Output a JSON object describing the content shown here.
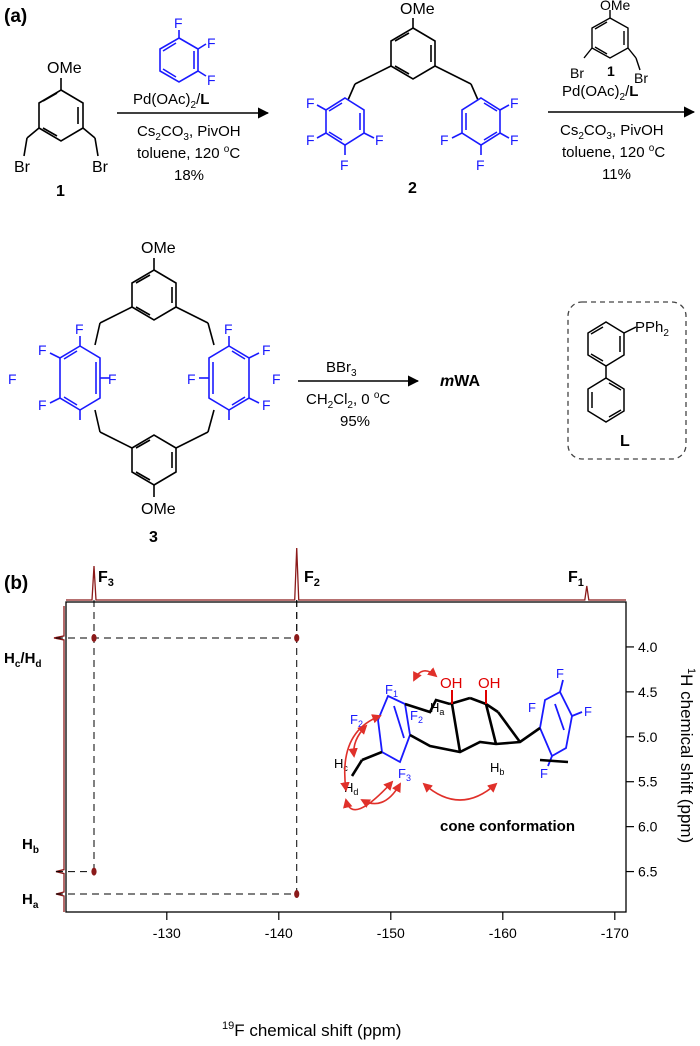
{
  "panel_a": {
    "label": "(a)",
    "compound_1": {
      "substituent": "OMe",
      "leaving_group": "Br",
      "number": "1"
    },
    "compound_2": {
      "substituent": "OMe",
      "number": "2"
    },
    "compound_3": {
      "substituent": "OMe",
      "number": "3"
    },
    "ligand": {
      "group": "PPh",
      "sub": "2",
      "label": "L"
    },
    "step1": {
      "catalyst_pre": "Pd(OAc)",
      "catalyst_sub": "2",
      "catalyst_post": "/",
      "ligand": "L",
      "base_pre": "Cs",
      "base_sub1": "2",
      "base_mid": "CO",
      "base_sub2": "3",
      "acid": ", PivOH",
      "solvent": "toluene, 120 ",
      "temp_sup": "o",
      "temp_unit": "C",
      "yield": "18%"
    },
    "step2": {
      "reagent_number": "1",
      "catalyst_pre": "Pd(OAc)",
      "catalyst_sub": "2",
      "catalyst_post": "/",
      "ligand": "L",
      "base_pre": "Cs",
      "base_sub1": "2",
      "base_mid": "CO",
      "base_sub2": "3",
      "acid": ", PivOH",
      "solvent": "toluene, 120 ",
      "temp_sup": "o",
      "temp_unit": "C",
      "yield": "11%"
    },
    "step3": {
      "reagent_pre": "BBr",
      "reagent_sub": "3",
      "solvent_pre": "CH",
      "solvent_sub1": "2",
      "solvent_mid": "Cl",
      "solvent_sub2": "2",
      "temp": ", 0 ",
      "temp_sup": "o",
      "temp_unit": "C",
      "yield": "95%",
      "product_italic": "m",
      "product": "WA"
    },
    "atoms": {
      "F": "F"
    }
  },
  "panel_b": {
    "label": "(b)",
    "f_peaks": [
      {
        "name": "F",
        "sub": "3",
        "shift": -123.5
      },
      {
        "name": "F",
        "sub": "2",
        "shift": -141.6
      },
      {
        "name": "F",
        "sub": "1",
        "shift": -167.5
      }
    ],
    "h_peaks": [
      {
        "name": "H",
        "sub": "c",
        "slash": "/H",
        "sub2": "d",
        "shift": 3.9
      },
      {
        "name": "H",
        "sub": "b",
        "shift": 6.5
      },
      {
        "name": "H",
        "sub": "a",
        "shift": 6.75
      }
    ],
    "cross_peaks": [
      {
        "f": -123.5,
        "h": 3.9
      },
      {
        "f": -141.6,
        "h": 3.9
      },
      {
        "f": -123.5,
        "h": 6.5
      },
      {
        "f": -141.6,
        "h": 6.75
      }
    ],
    "x_axis": {
      "sup": "19",
      "text": "F  chemical shift (ppm)",
      "range": [
        -121,
        -171
      ],
      "ticks": [
        -130,
        -140,
        -150,
        -160,
        -170
      ]
    },
    "y_axis": {
      "sup": "1",
      "text": "H  chemical shift (ppm)",
      "range": [
        3.5,
        6.95
      ],
      "ticks": [
        4.0,
        4.5,
        5.0,
        5.5,
        6.0,
        6.5
      ]
    },
    "inset": {
      "caption": "cone conformation",
      "labels": {
        "OH": "OH",
        "F": "F",
        "Ha": "H",
        "Ha_sub": "a",
        "Hb": "H",
        "Hb_sub": "b",
        "Hc": "H",
        "Hc_sub": "c",
        "Hd": "H",
        "Hd_sub": "d",
        "F1": "F",
        "F1_sub": "1",
        "F2": "F",
        "F2_sub": "2",
        "F3": "F",
        "F3_sub": "3"
      }
    },
    "colors": {
      "spectrum": "#8b1a1a",
      "fluorine": "#1a1aff",
      "oxygen": "#e00000",
      "arrow": "#e0302a"
    }
  }
}
